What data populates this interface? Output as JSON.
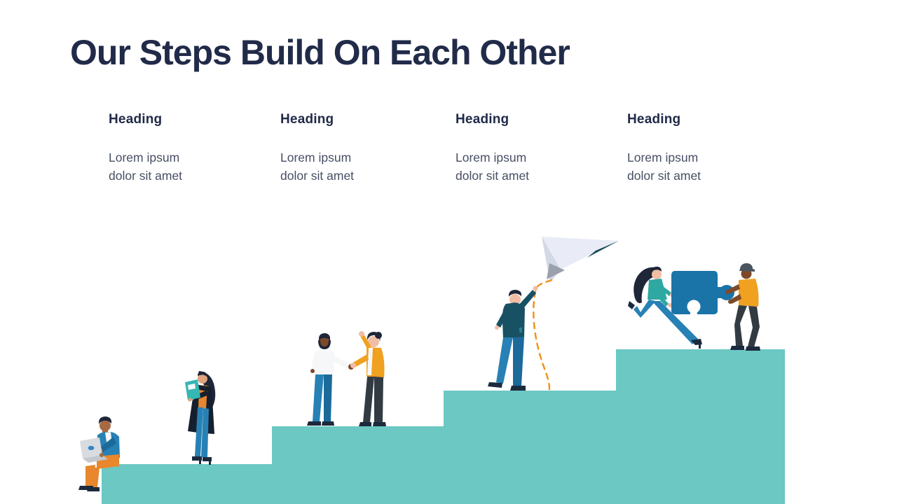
{
  "slide": {
    "title": "Our Steps Build On Each Other",
    "background": "#FFFFFF"
  },
  "columns": [
    {
      "heading": "Heading",
      "body": "Lorem ipsum dolor sit amet"
    },
    {
      "heading": "Heading",
      "body": "Lorem ipsum dolor sit amet"
    },
    {
      "heading": "Heading",
      "body": "Lorem ipsum dolor sit amet"
    },
    {
      "heading": "Heading",
      "body": "Lorem ipsum dolor sit amet"
    }
  ],
  "staircase": {
    "step_count": 4,
    "direction": "ascending-left-to-right",
    "color": "#6BC8C3"
  },
  "illustrations": [
    {
      "name": "man-working-on-laptop-illustration",
      "step": 1
    },
    {
      "name": "woman-holding-folder-illustration",
      "step": 1
    },
    {
      "name": "two-men-shaking-hands-illustration",
      "step": 2
    },
    {
      "name": "man-launching-paper-airplane-illustration",
      "step": 3
    },
    {
      "name": "two-people-joining-puzzle-piece-illustration",
      "step": 4
    }
  ],
  "colors": {
    "teal": "#6BC8C3",
    "navy": "#212B49",
    "body-text": "#474F63",
    "orange": "#E8872D",
    "blue": "#2781B5",
    "puzzle-blue": "#1B74A8"
  }
}
